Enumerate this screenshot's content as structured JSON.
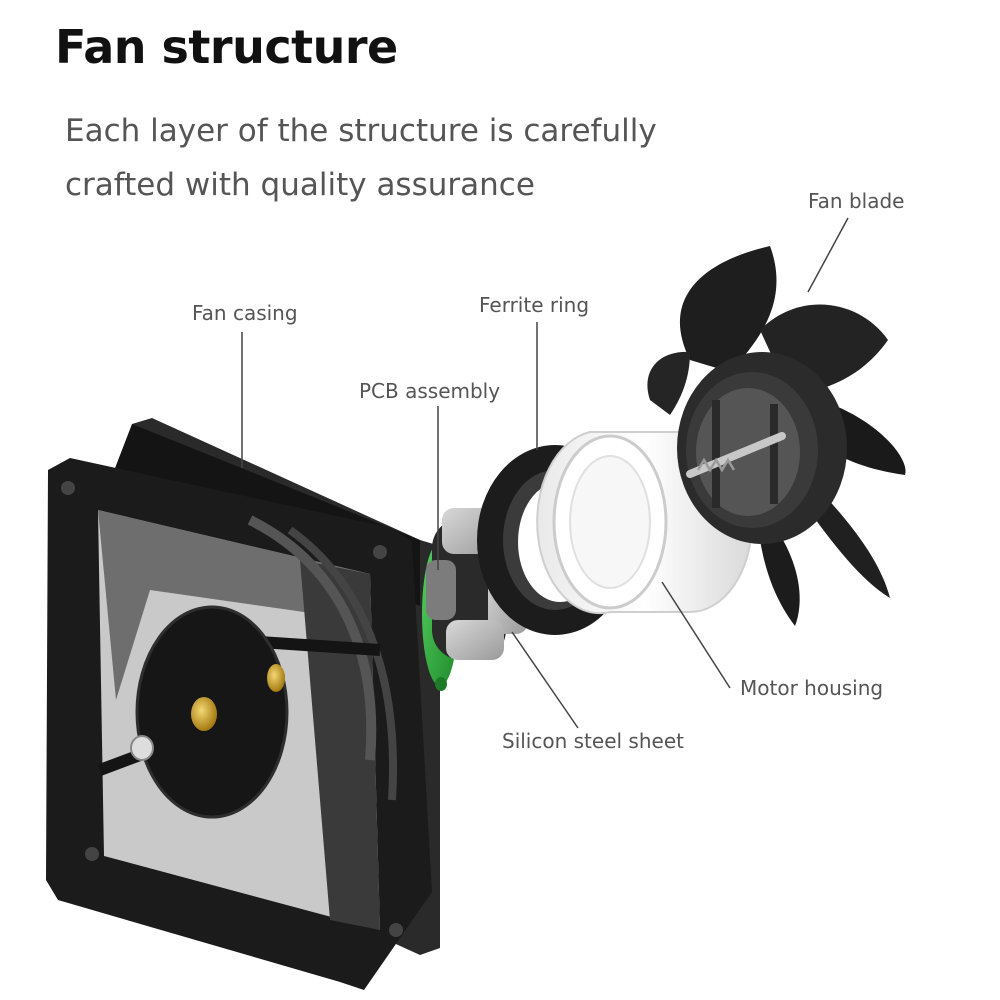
{
  "header": {
    "title": "Fan structure",
    "subtitle_lines": [
      "Each layer of the structure is carefully",
      "crafted with quality assurance"
    ]
  },
  "parts": {
    "fan_blade": "Fan blade",
    "fan_casing": "Fan casing",
    "ferrite_ring": "Ferrite ring",
    "pcb_assembly": "PCB assembly",
    "motor_housing": "Motor housing",
    "silicon_steel_sheet": "Silicon steel sheet"
  },
  "colors": {
    "casing": "#1a1a1a",
    "pcb": "#2fb43c",
    "motor_housing": "#f2f2f2",
    "silicon_steel": "#bfbfbf",
    "brass": "#c9a227",
    "label_text": "#555555",
    "leader_line": "#444444"
  }
}
